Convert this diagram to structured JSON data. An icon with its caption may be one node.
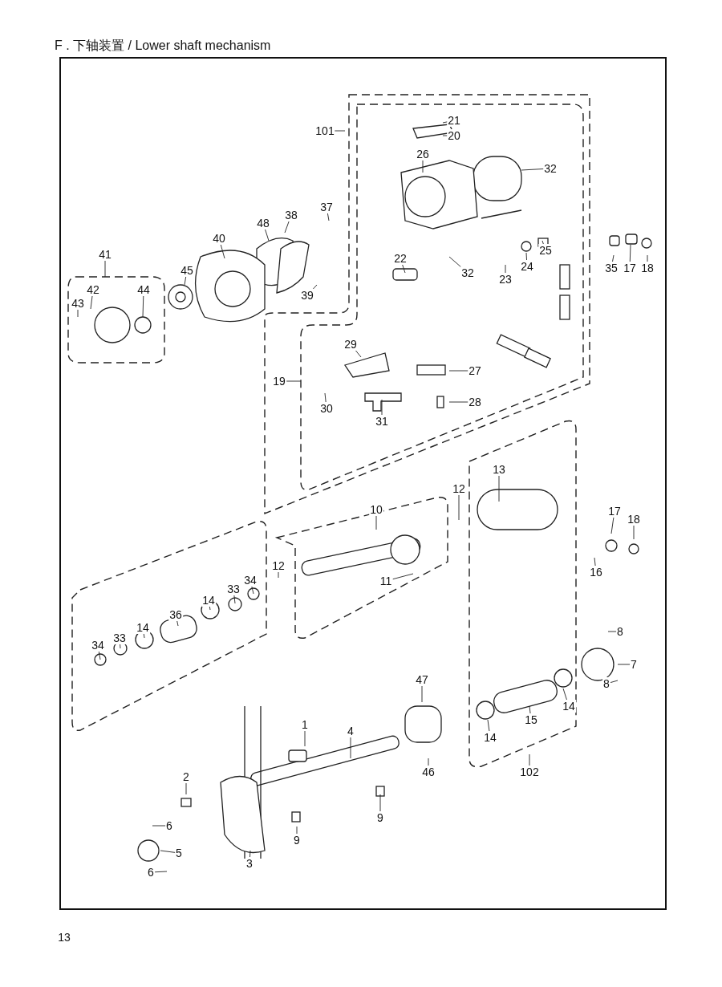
{
  "diagram": {
    "title": "F . 下轴装置 / Lower shaft mechanism",
    "labels": [
      "21",
      "101",
      "20",
      "26",
      "32",
      "37",
      "38",
      "48",
      "40",
      "41",
      "25",
      "22",
      "45",
      "35",
      "17",
      "18",
      "24",
      "32",
      "23",
      "42",
      "44",
      "39",
      "43",
      "29",
      "27",
      "19",
      "28",
      "30",
      "31",
      "13",
      "12",
      "10",
      "17",
      "18",
      "12",
      "34",
      "16",
      "33",
      "11",
      "14",
      "36",
      "14",
      "33",
      "34",
      "8",
      "7",
      "8",
      "47",
      "14",
      "15",
      "14",
      "1",
      "4",
      "102",
      "46",
      "2",
      "6",
      "9",
      "9",
      "5",
      "6",
      "3",
      "13"
    ]
  }
}
